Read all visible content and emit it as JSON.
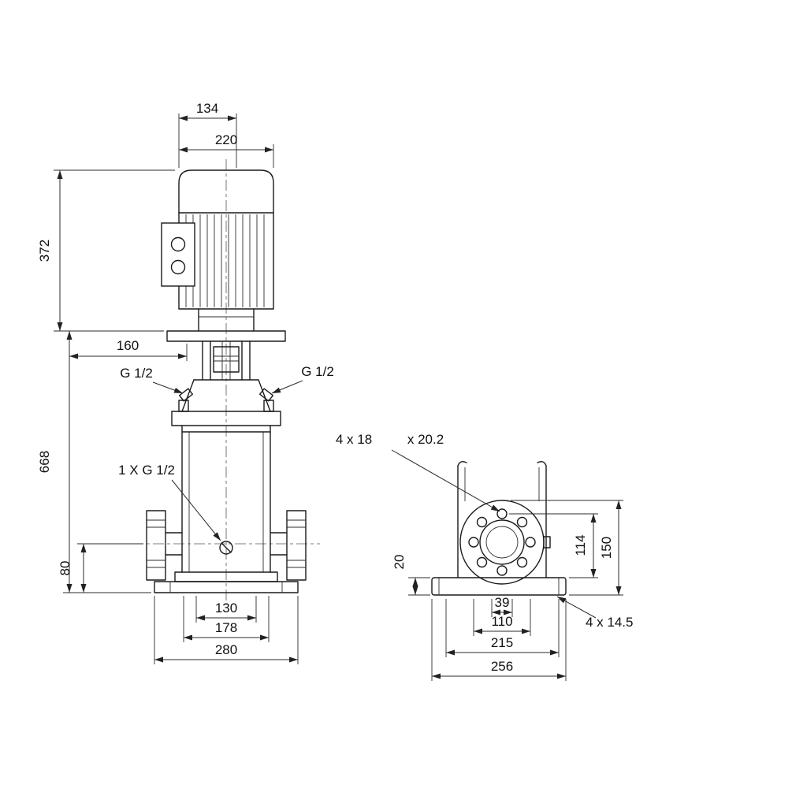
{
  "drawing": {
    "front_view": {
      "dims": {
        "d134": "134",
        "d220": "220",
        "d372": "372",
        "d160": "160",
        "d668": "668",
        "d80": "80",
        "d130": "130",
        "d178": "178",
        "d280": "280"
      },
      "labels": {
        "g12_left": "G 1/2",
        "g12_right": "G 1/2",
        "drain": "1 X G 1/2"
      }
    },
    "side_view": {
      "dims": {
        "d20": "20",
        "d114": "114",
        "d150": "150",
        "d39": "39",
        "d110": "110",
        "d215": "215",
        "d256": "256"
      },
      "labels": {
        "bolt_holes": "4 x 18",
        "counterbore": "x 20.2",
        "base_holes": "4  x  14.5"
      }
    }
  }
}
